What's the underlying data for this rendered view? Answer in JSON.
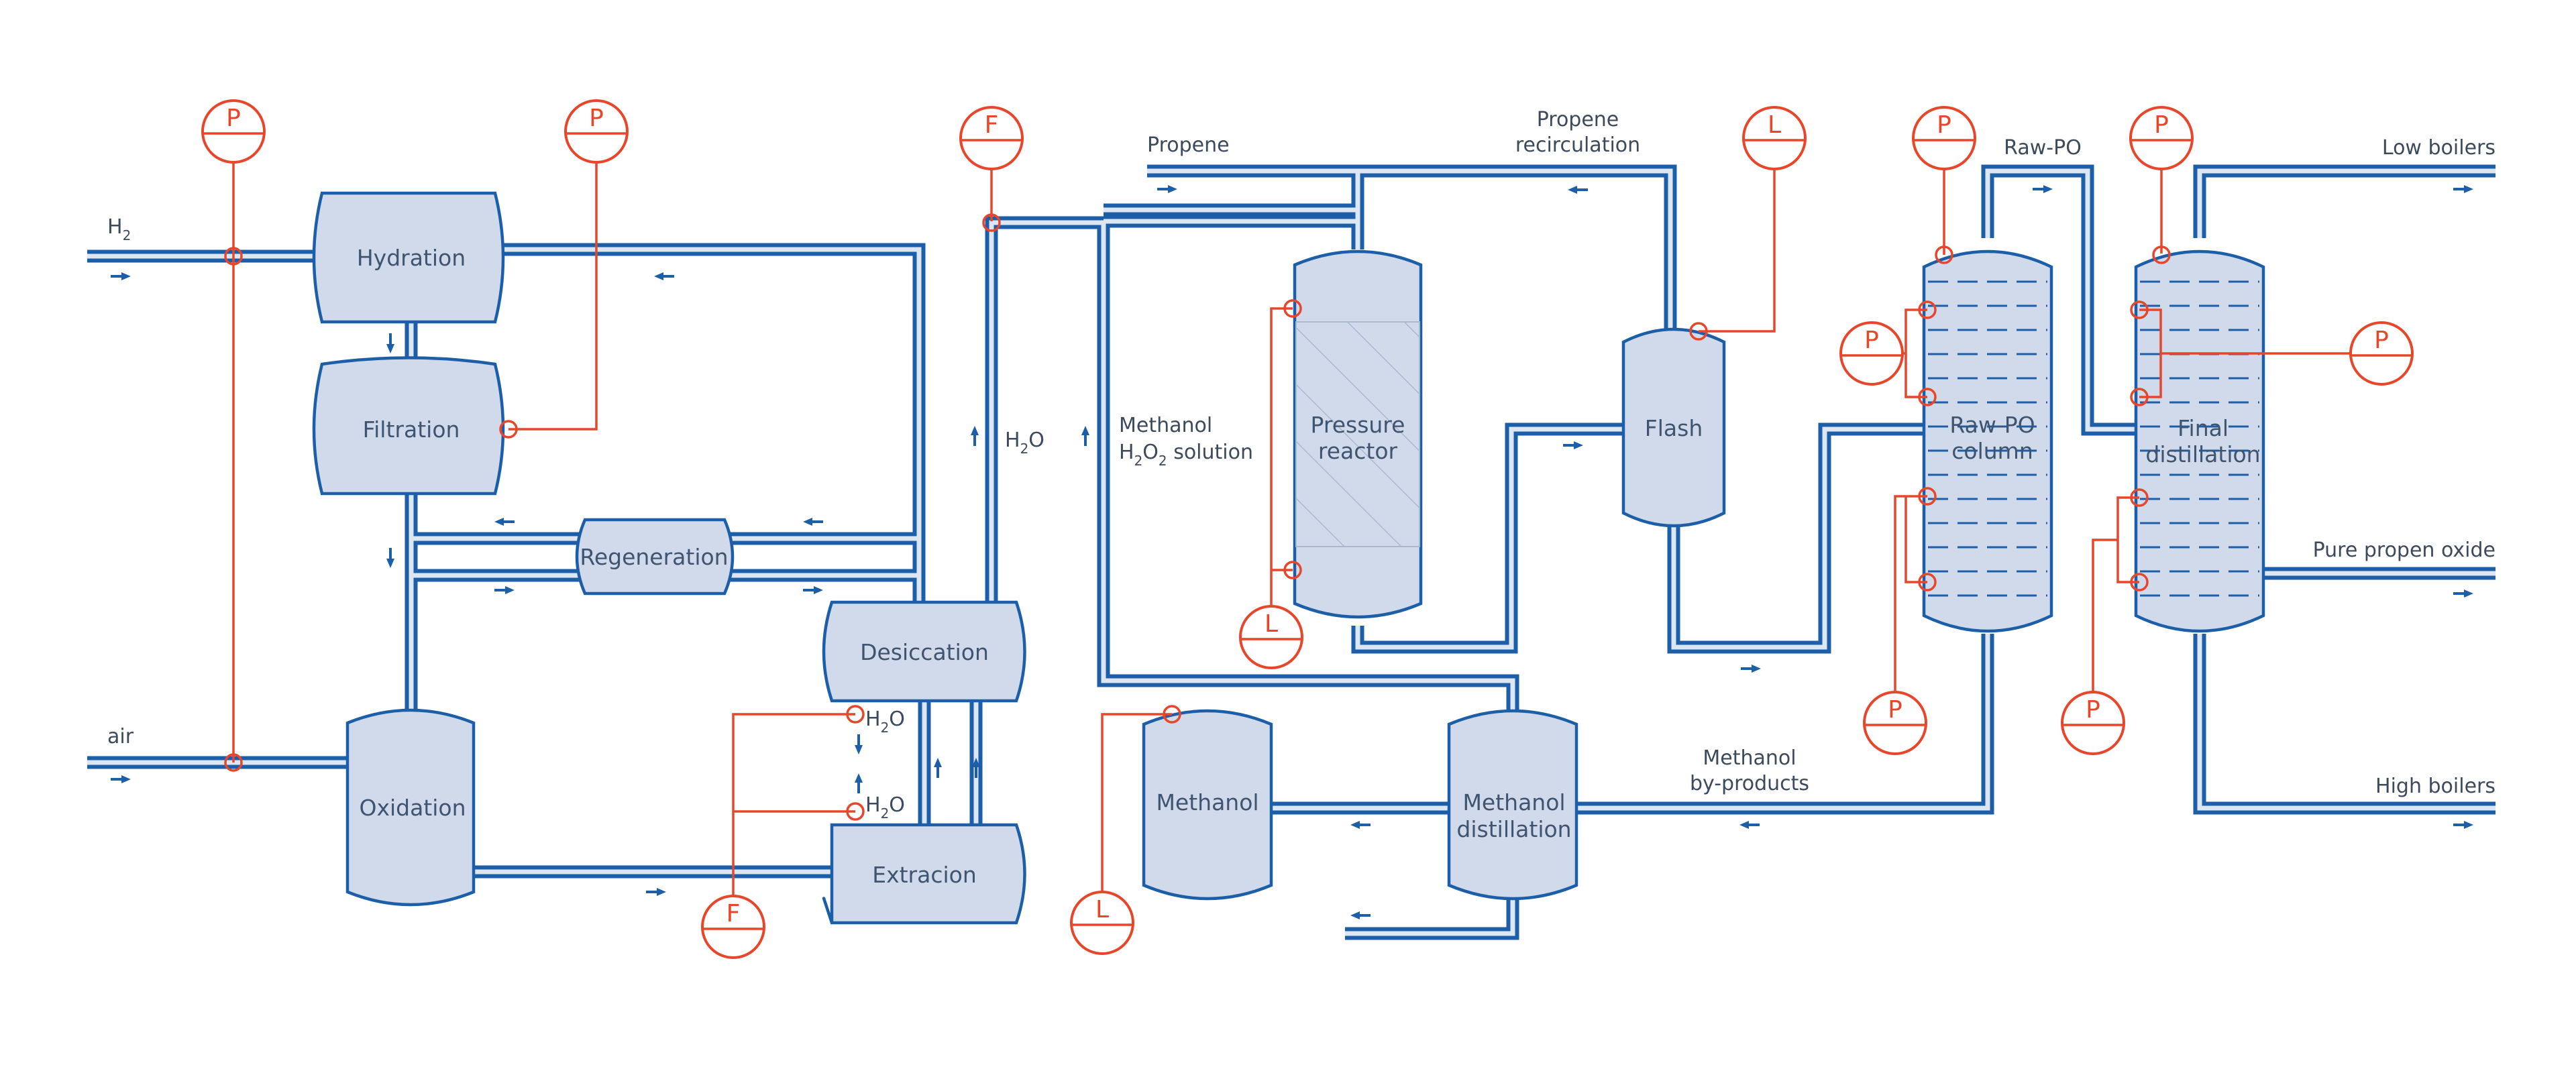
{
  "colors": {
    "pipe": "#1d5ea8",
    "pipe_inner": "#dde6f3",
    "vessel_fill": "#d1daeb",
    "instrument": "#e8462a",
    "text": "#3c4a5c"
  },
  "vessels": {
    "hydration": "Hydration",
    "filtration": "Filtration",
    "regeneration": "Regeneration",
    "oxidation": "Oxidation",
    "desiccation": "Desiccation",
    "extracion": "Extracion",
    "pressure_reactor": [
      "Pressure",
      "reactor"
    ],
    "flash": "Flash",
    "raw_po_column": [
      "Raw-PO",
      "column"
    ],
    "final_distillation": [
      "Final",
      "distillation"
    ],
    "methanol": "Methanol",
    "methanol_distillation": [
      "Methanol",
      "distillation"
    ]
  },
  "streams": {
    "h2": {
      "main": "H",
      "sub": "2"
    },
    "air": "air",
    "h2o": {
      "main": "H",
      "sub": "2",
      "end": "O"
    },
    "methanol_h2o2_line1": "Methanol",
    "methanol_h2o2_line2": {
      "a": "H",
      "b": "2",
      "c": "O",
      "d": "2",
      "e": " solution"
    },
    "propene": "Propene",
    "propene_recirculation": [
      "Propene",
      "recirculation"
    ],
    "raw_po": "Raw-PO",
    "low_boilers": "Low boilers",
    "pure_propen_oxide": "Pure propen oxide",
    "high_boilers": "High boilers",
    "methanol_byproducts": [
      "Methanol",
      "by-products"
    ]
  },
  "instruments": {
    "pressure": "P",
    "flow": "F",
    "level": "L"
  },
  "icons": [
    "flow-arrow-icon",
    "pressure-indicator-icon",
    "flow-indicator-icon",
    "level-indicator-icon",
    "tray-column-icon"
  ]
}
